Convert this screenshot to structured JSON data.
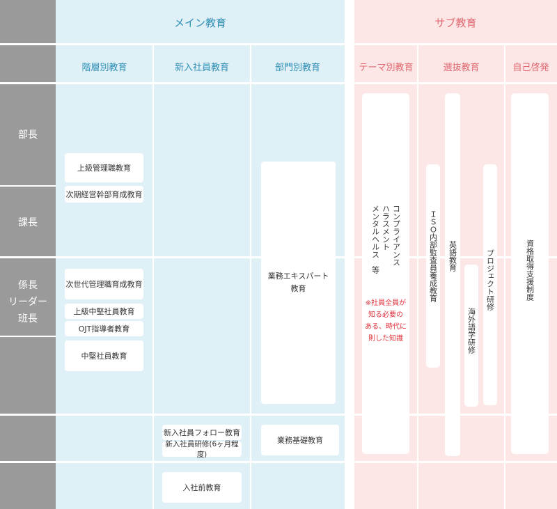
{
  "headers": {
    "main": "メイン教育",
    "sub": "サブ教育"
  },
  "columns": {
    "hierarchy": "階層別教育",
    "new_employee": "新入社員教育",
    "department": "部門別教育",
    "theme": "テーマ別教育",
    "selection": "選抜教育",
    "self_development": "自己啓発"
  },
  "rows": {
    "bucho": "部長",
    "kacho": "課長",
    "kakaricho": [
      "係長",
      "リーダー",
      "班長"
    ]
  },
  "boxes": {
    "senior_manager": "上級管理職教育",
    "next_exec": "次期経営幹部育成教育",
    "next_gen_manager": "次世代管理職育成教育",
    "senior_mid": "上級中堅社員教育",
    "ojt": "OJT指導者教育",
    "mid": "中堅社員教育",
    "newhire_follow": "新入社員フォロー教育",
    "newhire_training": "新入社員研修(6ヶ月程度)",
    "pre_entry": "入社前教育",
    "biz_expert": [
      "業務エキスパート",
      "教育"
    ],
    "biz_basic": "業務基礎教育"
  },
  "theme_box": {
    "lines": [
      "コンプライアンス",
      "ハラスメント",
      "メンタルヘルス　等"
    ],
    "note": [
      "※社員全員が",
      "知る必要の",
      "ある、時代に",
      "則した知識"
    ]
  },
  "selection_bars": {
    "iso": "ＩＳＯ内部監査員養成教育",
    "english": "英語教育",
    "overseas": "海外語学研修",
    "project": "プロジェクト研修"
  },
  "self_dev_bar": "資格取得支援制度",
  "colors": {
    "main_bg": "#dff0f7",
    "sub_bg": "#fde6e6",
    "main_text": "#2f8fb5",
    "sub_text": "#e06a72",
    "row_label_bg": "#9a9a9a",
    "note_red": "#e0303a"
  }
}
